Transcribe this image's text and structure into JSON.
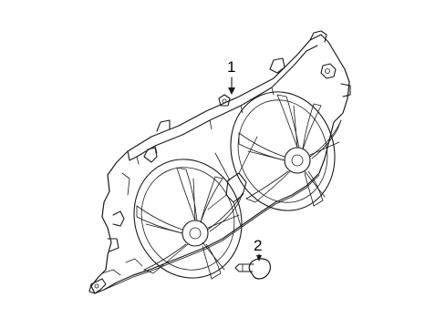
{
  "callouts": [
    {
      "number": "1",
      "part": "fan-shroud-assembly"
    },
    {
      "number": "2",
      "part": "push-pin-retainer"
    }
  ],
  "colors": {
    "background": "#ffffff",
    "line": "#1a1a1a"
  }
}
